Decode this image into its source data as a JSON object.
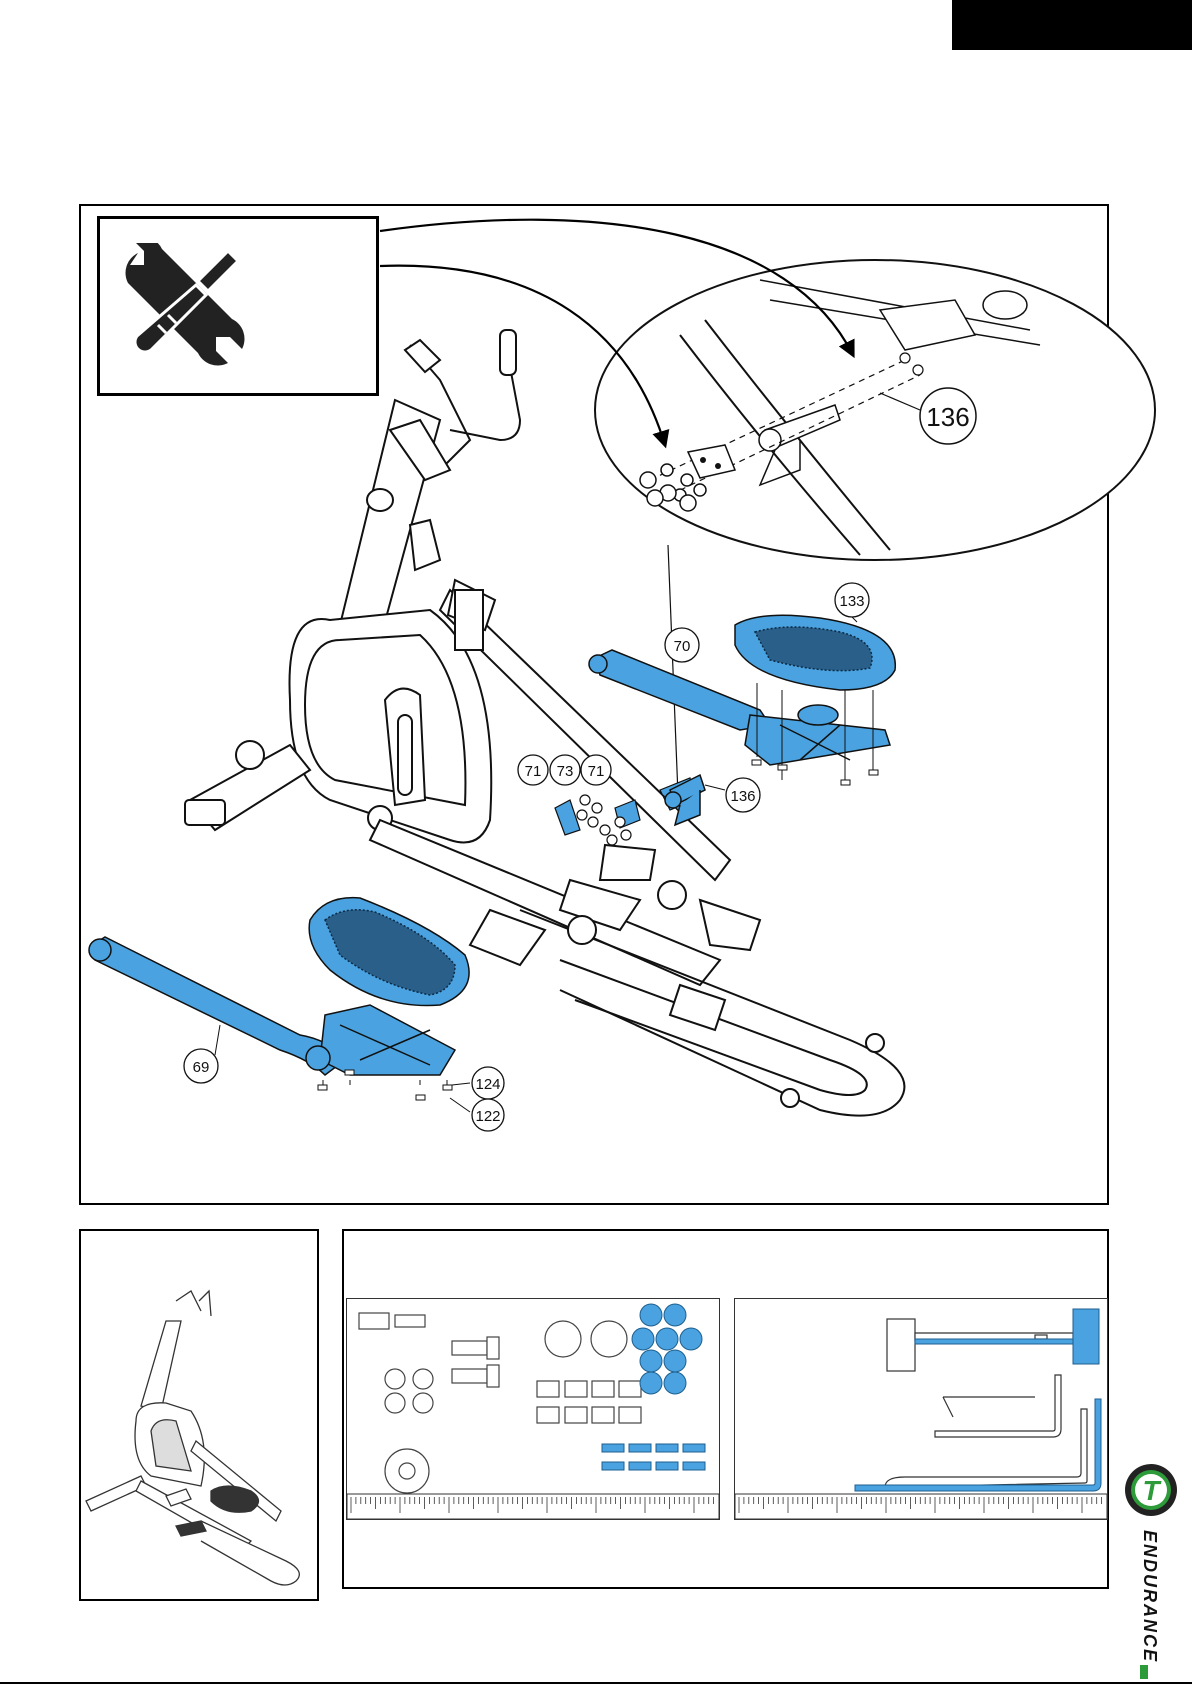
{
  "callouts": {
    "c136_zoom": "136",
    "c133": "133",
    "c70": "70",
    "c71_left": "71",
    "c73": "73",
    "c71_right": "71",
    "c136": "136",
    "c69": "69",
    "c124": "124",
    "c122": "122"
  },
  "brand": {
    "name": "ENDURANCE",
    "logo_letter": "T",
    "color": "#2e9b3a"
  },
  "colors": {
    "part_highlight": "#4aa3e0",
    "line": "#111111"
  },
  "icons": [
    "tools-icon",
    "wrench-icon",
    "screwdriver-icon"
  ]
}
